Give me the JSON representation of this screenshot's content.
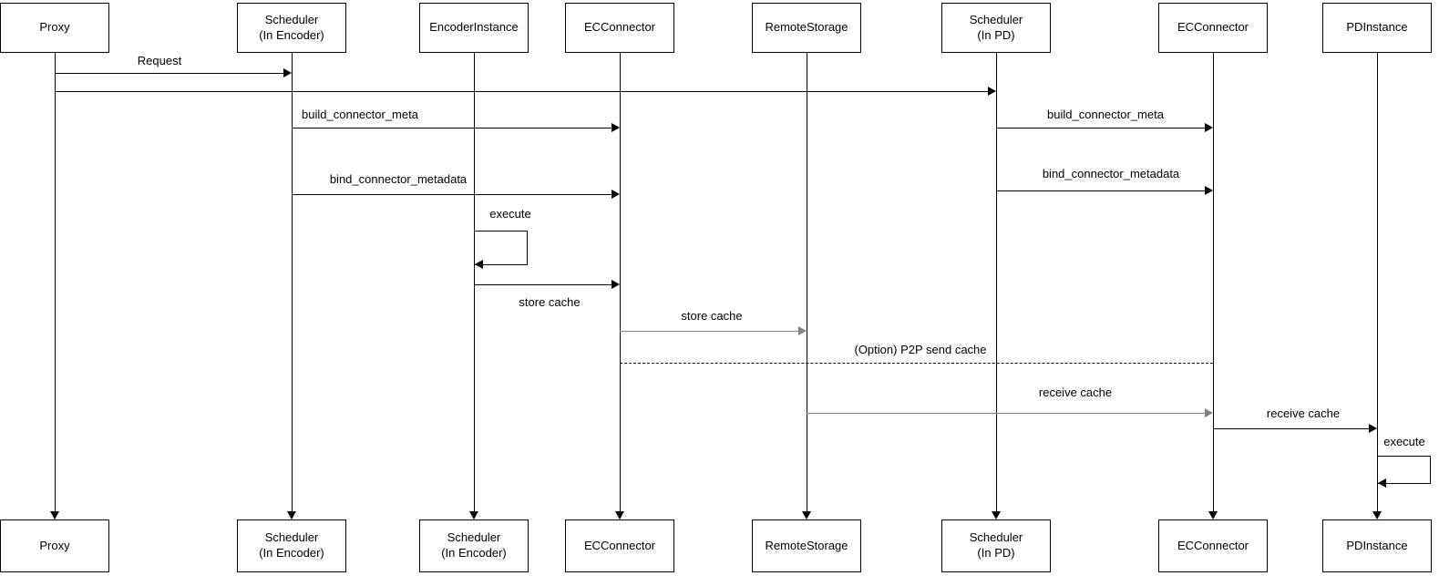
{
  "diagram": {
    "type": "uml-sequence-diagram",
    "colors": {
      "background": "#ffffff",
      "line": "#000000",
      "gray_line": "#848484",
      "box_fill": "#ffffff",
      "text": "#000000"
    },
    "actors": [
      {
        "id": "proxy",
        "top": "Proxy",
        "bottom": "Proxy"
      },
      {
        "id": "scheduler-encoder",
        "top": "Scheduler\n(In Encoder)",
        "bottom": "Scheduler\n(In Encoder)"
      },
      {
        "id": "encoder-instance",
        "top": "EncoderInstance",
        "bottom": "Scheduler\n(In Encoder)"
      },
      {
        "id": "ec-connector-enc",
        "top": "ECConnector",
        "bottom": "ECConnector"
      },
      {
        "id": "remote-storage",
        "top": "RemoteStorage",
        "bottom": "RemoteStorage"
      },
      {
        "id": "scheduler-pd",
        "top": "Scheduler\n(In PD)",
        "bottom": "Scheduler\n(In PD)"
      },
      {
        "id": "ec-connector-pd",
        "top": "ECConnector",
        "bottom": "ECConnector"
      },
      {
        "id": "pd-instance",
        "top": "PDInstance",
        "bottom": "PDInstance"
      }
    ],
    "messages": [
      {
        "label": "Request",
        "from": "Proxy",
        "to": "Scheduler (In Encoder)",
        "style": "solid"
      },
      {
        "label": "",
        "from": "Proxy",
        "to": "Scheduler (In PD)",
        "style": "solid"
      },
      {
        "label": "build_connector_meta",
        "from": "Scheduler (In Encoder)",
        "to": "ECConnector",
        "style": "solid"
      },
      {
        "label": "build_connector_meta",
        "from": "Scheduler (In PD)",
        "to": "ECConnector",
        "style": "solid"
      },
      {
        "label": "bind_connector_metadata",
        "from": "Scheduler (In Encoder)",
        "to": "ECConnector",
        "style": "solid"
      },
      {
        "label": "bind_connector_metadata",
        "from": "Scheduler (In PD)",
        "to": "ECConnector",
        "style": "solid"
      },
      {
        "label": "execute",
        "from": "EncoderInstance",
        "to": "EncoderInstance",
        "style": "self"
      },
      {
        "label": "store cache",
        "from": "EncoderInstance",
        "to": "ECConnector",
        "style": "solid"
      },
      {
        "label": "store cache",
        "from": "ECConnector",
        "to": "RemoteStorage",
        "style": "solid"
      },
      {
        "label": "(Option) P2P send cache",
        "from": "ECConnector",
        "to": "ECConnector (PD)",
        "style": "dashed"
      },
      {
        "label": "receive cache",
        "from": "RemoteStorage",
        "to": "ECConnector (PD)",
        "style": "solid"
      },
      {
        "label": "receive cache",
        "from": "ECConnector (PD)",
        "to": "PDInstance",
        "style": "solid"
      },
      {
        "label": "execute",
        "from": "PDInstance",
        "to": "PDInstance",
        "style": "self"
      }
    ]
  }
}
